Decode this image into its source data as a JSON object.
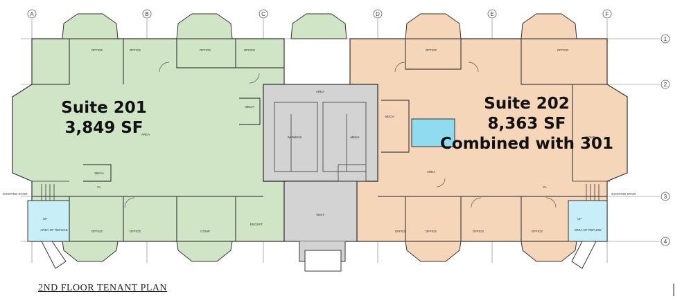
{
  "title": "2ND FLOOR TENANT PLAN",
  "suites": [
    {
      "name": "Suite 201",
      "area": "3,849 SF",
      "note": ""
    },
    {
      "name": "Suite 202",
      "area": "8,363 SF",
      "note": "Combined with 301"
    }
  ],
  "grid_columns": [
    "A",
    "B",
    "C",
    "D",
    "E",
    "F"
  ],
  "grid_rows": [
    "1",
    "2",
    "3",
    "4"
  ],
  "room_labels": {
    "office": "OFFICE",
    "area": "AREA",
    "comp": "COMP",
    "mech": "MECH",
    "wom": "WOMENS",
    "men": "MENS",
    "vest": "VEST",
    "area_of_refuge": "AREA OF REFUGE",
    "existing_stair": "EXISTING STAIR",
    "up": "UP",
    "cl": "CL",
    "recept": "RECEPT"
  },
  "colors": {
    "suite201": "#cfe5c6",
    "suite202": "#f6d6b8",
    "common": "#d3d3d3",
    "refuge": "#c8eef8",
    "pool": "#8fdcf0"
  }
}
